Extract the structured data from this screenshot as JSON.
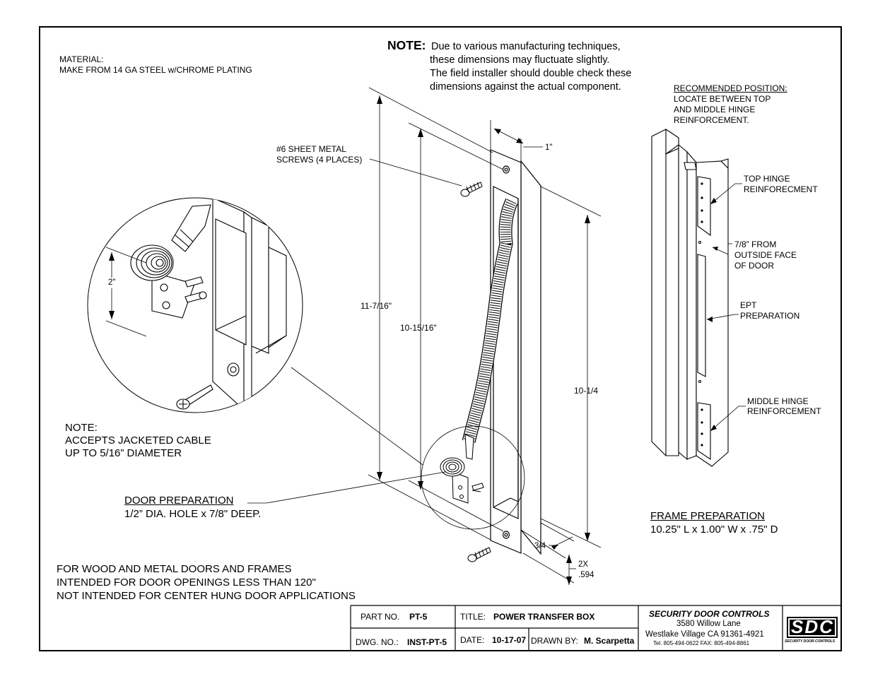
{
  "note": {
    "head": "NOTE:",
    "lines": [
      "Due to various manufacturing techniques,",
      "these dimensions may fluctuate slightly.",
      "The field installer should double check these",
      "dimensions against the actual component."
    ]
  },
  "material": {
    "label": "MATERIAL:",
    "value": "MAKE FROM 14 GA STEEL w/CHROME PLATING"
  },
  "screws_label": [
    "#6 SHEET METAL",
    "SCREWS (4 PLACES)"
  ],
  "dimensions": {
    "width": "1\"",
    "overall_length": "11-7/16\"",
    "hole_spacing": "10-15/16\"",
    "pocket_length": "10-1/4",
    "inset": "3/4",
    "hole_qty": "2X",
    "hole_offset": ".594",
    "coil_height": "2\""
  },
  "cable_note": [
    "NOTE:",
    "ACCEPTS JACKETED CABLE",
    "UP TO 5/16” DIAMETER"
  ],
  "door_prep": {
    "title": "DOOR PREPARATION",
    "spec": "1/2” DIA. HOLE x 7/8\" DEEP."
  },
  "recommended": {
    "title": "RECOMMENDED POSITION:",
    "lines": [
      "LOCATE BETWEEN TOP",
      "AND MIDDLE HINGE",
      "REINFORCEMENT."
    ]
  },
  "frame_callouts": {
    "top_hinge": [
      "TOP HINGE",
      "REINFORECMENT"
    ],
    "from_face": [
      "7/8” FROM",
      "OUTSIDE FACE",
      "OF DOOR"
    ],
    "ept": [
      "EPT",
      "PREPARATION"
    ],
    "middle_hinge": [
      "MIDDLE HINGE",
      "REINFORCEMENT"
    ]
  },
  "frame_prep": {
    "title": "FRAME PREPARATION",
    "spec": "10.25\" L x 1.00\" W x .75\" D"
  },
  "applications": [
    "FOR WOOD AND METAL DOORS AND FRAMES",
    "INTENDED FOR DOOR OPENINGS LESS THAN 120\"",
    "NOT INTENDED FOR CENTER HUNG DOOR APPLICATIONS"
  ],
  "title_block": {
    "part_no_label": "PART NO.",
    "part_no": "PT-5",
    "dwg_no_label": "DWG. NO.:",
    "dwg_no": "INST-PT-5",
    "title_label": "TITLE:",
    "title": "POWER TRANSFER BOX",
    "date_label": "DATE:",
    "date": "10-17-07",
    "drawn_label": "DRAWN BY:",
    "drawn_by": "M. Scarpetta",
    "company": "SECURITY DOOR CONTROLS",
    "address1": "3580 Willow Lane",
    "address2": "Westlake Village CA  91361-4921",
    "phone": "Tel. 805-494-0622  FAX:  805-494-8861",
    "logo_text": "SDC",
    "logo_sub": "SECURITY DOOR CONTROLS"
  }
}
